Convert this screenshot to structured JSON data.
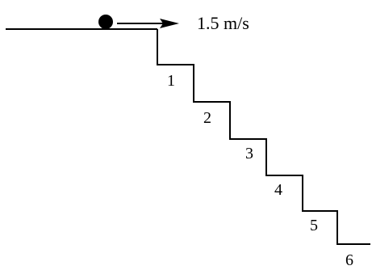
{
  "diagram": {
    "speed_label": "1.5 m/s",
    "step_labels": [
      "1",
      "2",
      "3",
      "4",
      "5",
      "6"
    ]
  }
}
